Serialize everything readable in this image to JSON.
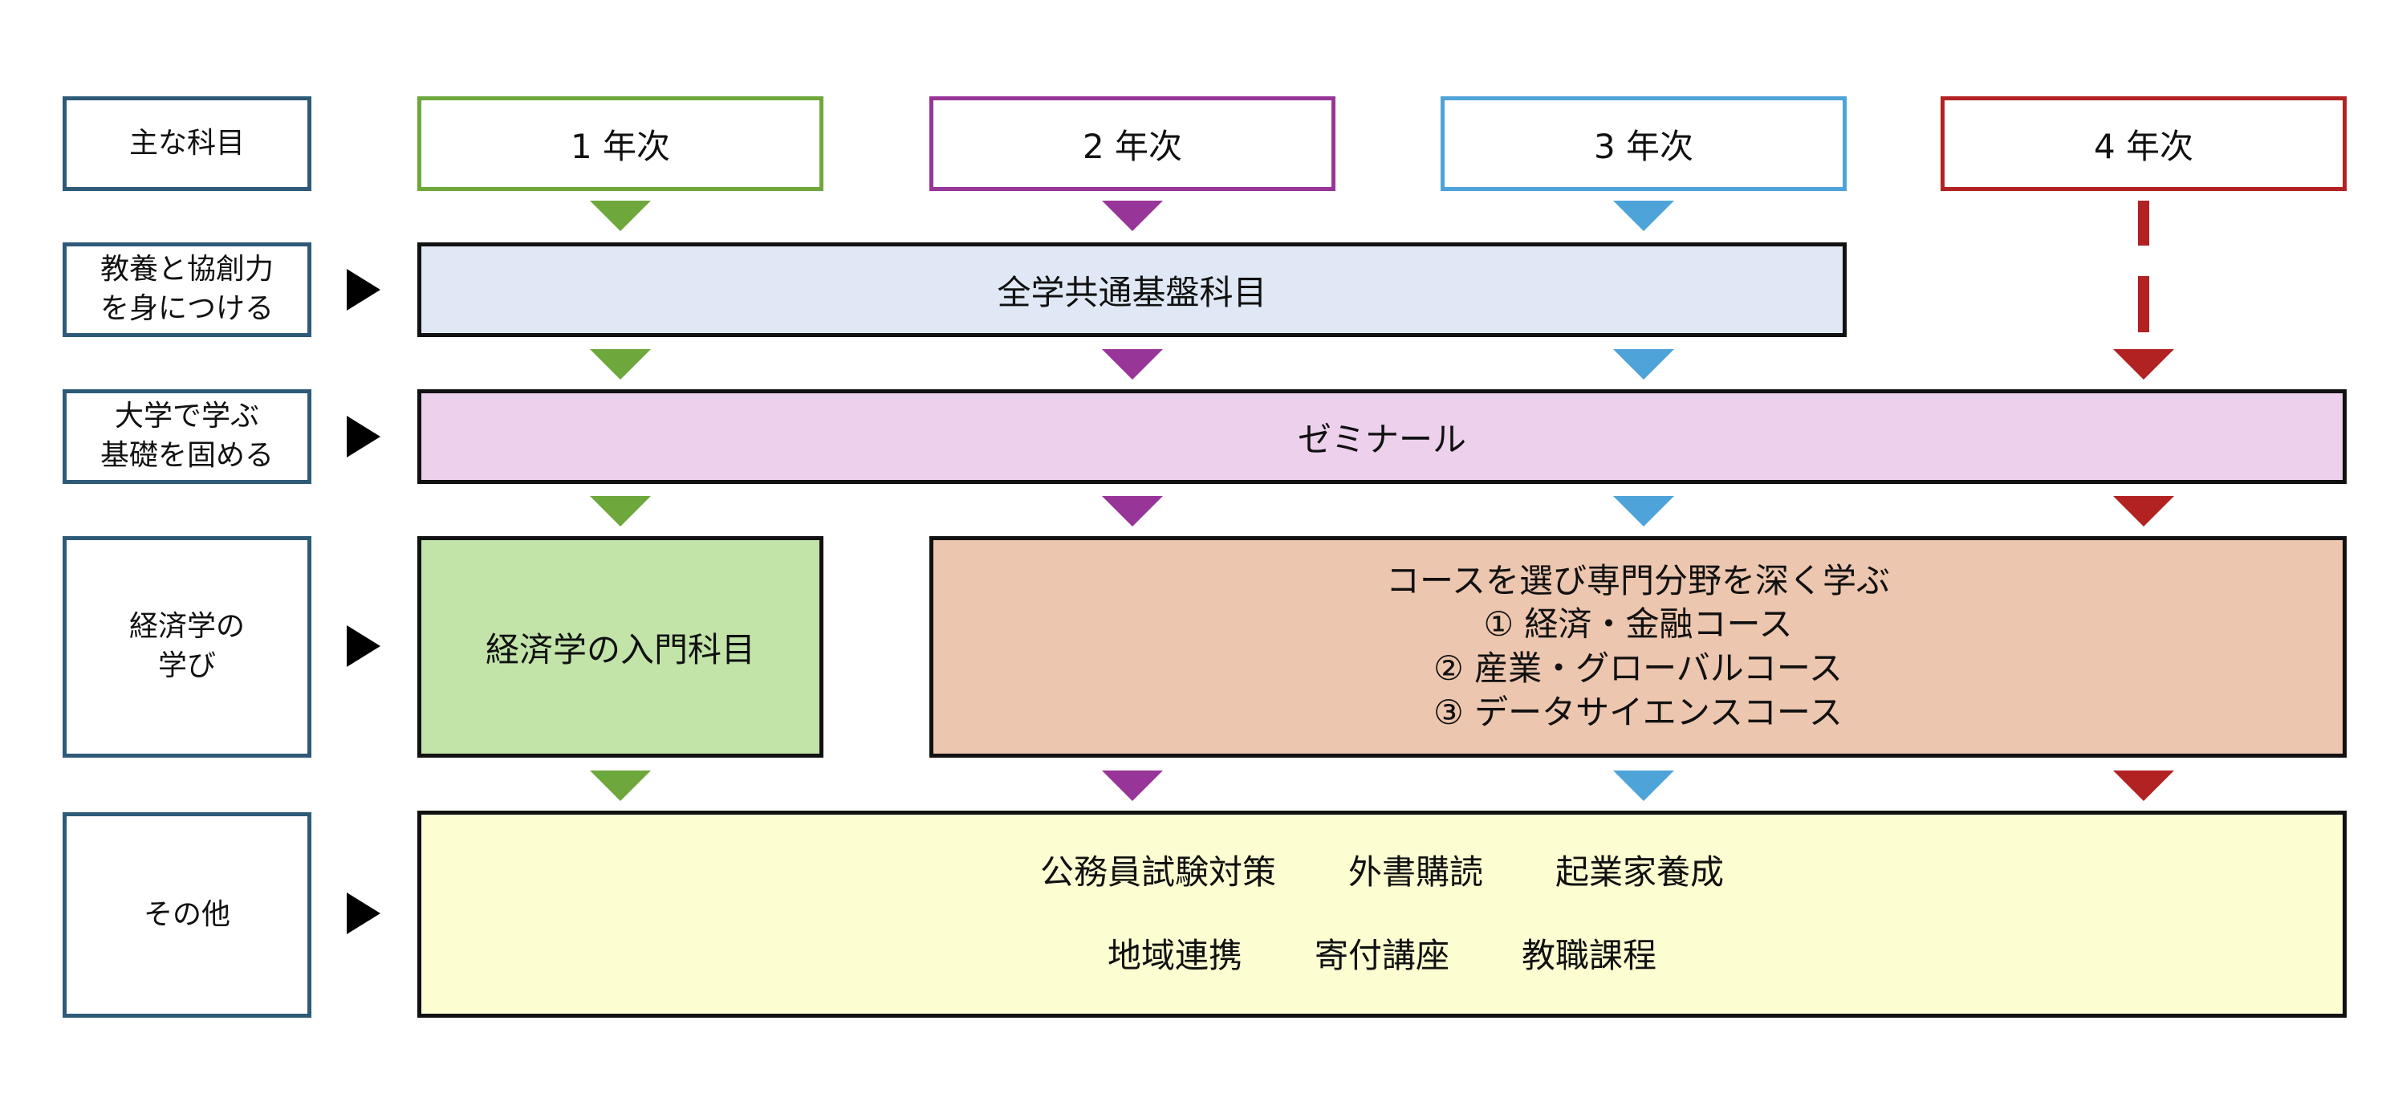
{
  "colors": {
    "year1": "#6ea83c",
    "year2": "#983598",
    "year3": "#4ea3d9",
    "year4": "#b22222",
    "label_border": "#2e5a78",
    "common_bg": "#dfe8f4",
    "seminar_bg": "#ecd0ec",
    "intro_bg": "#c2e4a8",
    "course_bg": "#ecc6ae",
    "other_bg": "#fdfdd2"
  },
  "header": {
    "label": "主な科目",
    "years": [
      "1 年次",
      "2 年次",
      "3 年次",
      "4 年次"
    ]
  },
  "rows": {
    "liberal": {
      "label": "教養と協創力\nを身につける",
      "content": "全学共通基盤科目"
    },
    "basics": {
      "label": "大学で学ぶ\n基礎を固める",
      "content": "ゼミナール"
    },
    "economics": {
      "label": "経済学の\n学び",
      "intro": "経済学の入門科目",
      "course_lines": [
        "コースを選び専門分野を深く学ぶ",
        "① 経済・金融コース",
        "② 産業・グローバルコース",
        "③ データサイエンスコース"
      ]
    },
    "other": {
      "label": "その他",
      "line1": [
        "公務員試験対策",
        "外書購読",
        "起業家養成"
      ],
      "line2": [
        "地域連携",
        "寄付講座",
        "教職課程"
      ]
    }
  }
}
